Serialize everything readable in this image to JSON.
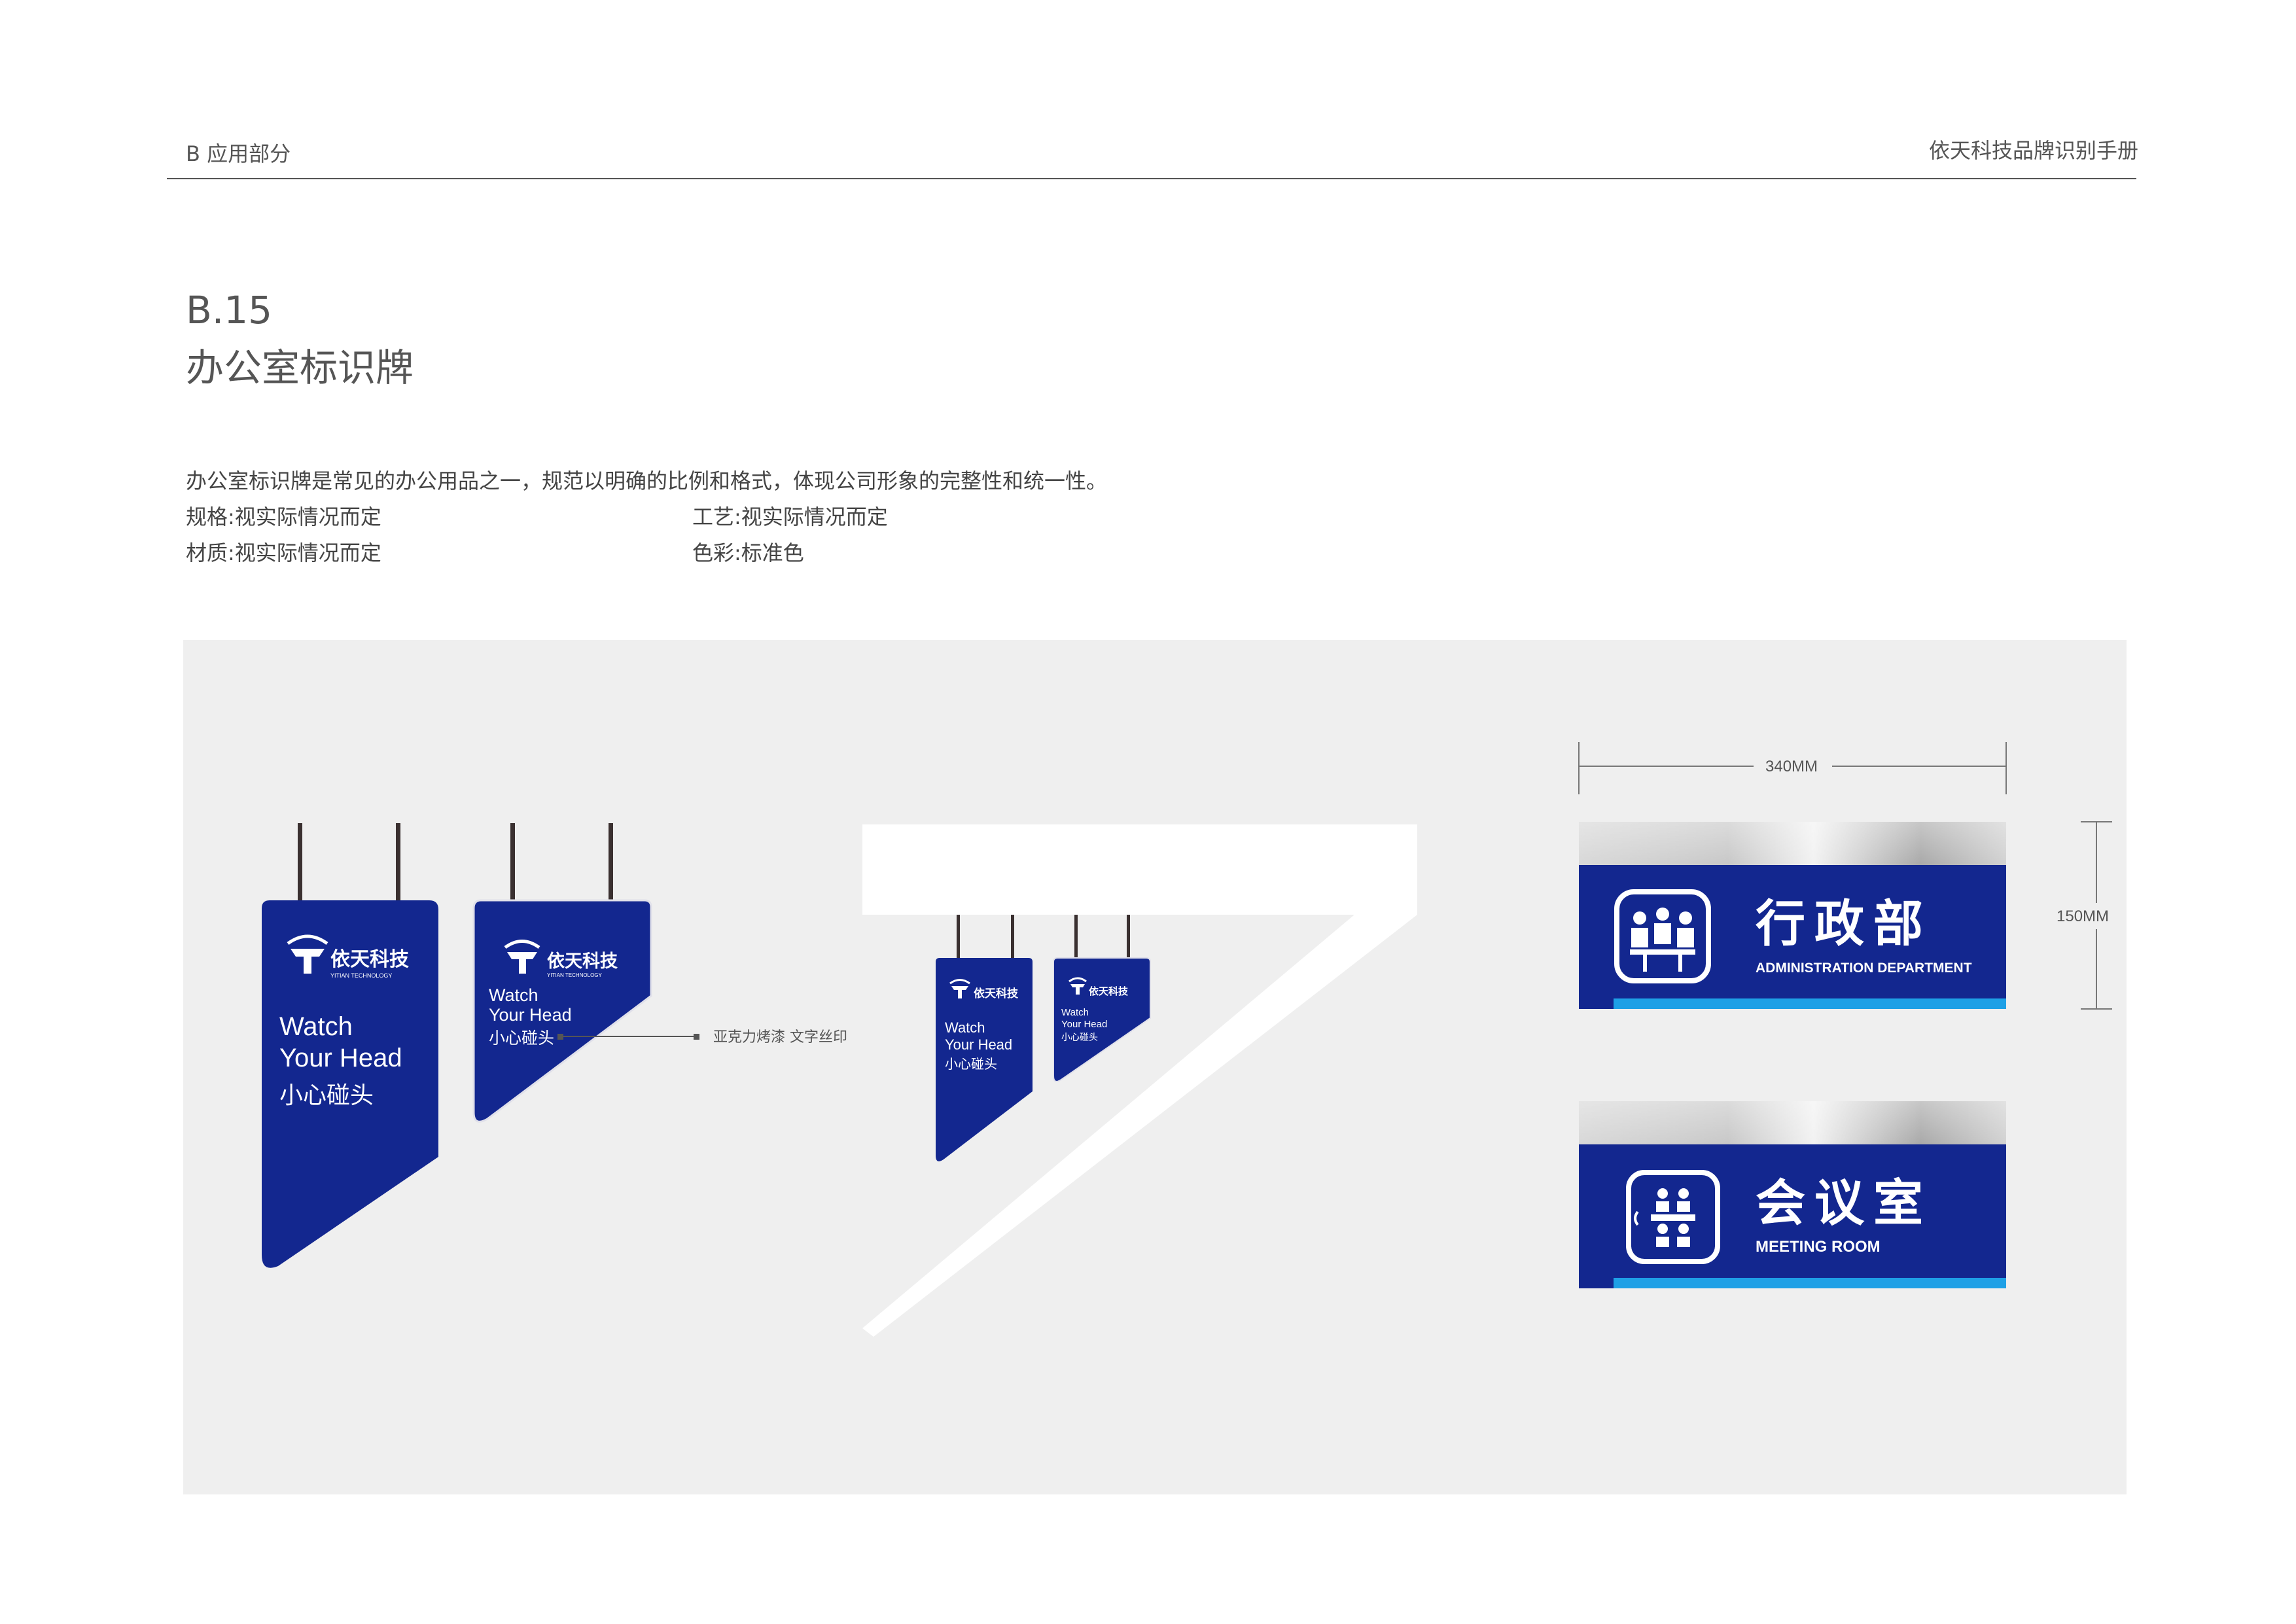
{
  "header": {
    "section_label": "B 应用部分",
    "brand_manual_title": "依天科技品牌识别手册"
  },
  "section": {
    "number": "B.15",
    "title": "办公室标识牌"
  },
  "description": "办公室标识牌是常见的办公用品之一，规范以明确的比例和格式，体现公司形象的完整性和统一性。",
  "specs": {
    "size": "规格:视实际情况而定",
    "craft": "工艺:视实际情况而定",
    "material": "材质:视实际情况而定",
    "color": "色彩:标准色"
  },
  "hanging_sign": {
    "logo_cn": "依天科技",
    "logo_en": "YITIAN TECHNOLOGY",
    "line1": "Watch",
    "line2": "Your Head",
    "line3": "小心碰头",
    "callout": "亚克力烤漆  文字丝印"
  },
  "door_signs": {
    "width_label": "340MM",
    "height_label": "150MM",
    "admin": {
      "title": "行政部",
      "subtitle": "ADMINISTRATION DEPARTMENT"
    },
    "meeting": {
      "title": "会议室",
      "subtitle": "MEETING ROOM"
    }
  },
  "colors": {
    "brand_blue": "#13278f",
    "accent_cyan": "#1ea0e6",
    "panel_grey": "#efefef"
  }
}
